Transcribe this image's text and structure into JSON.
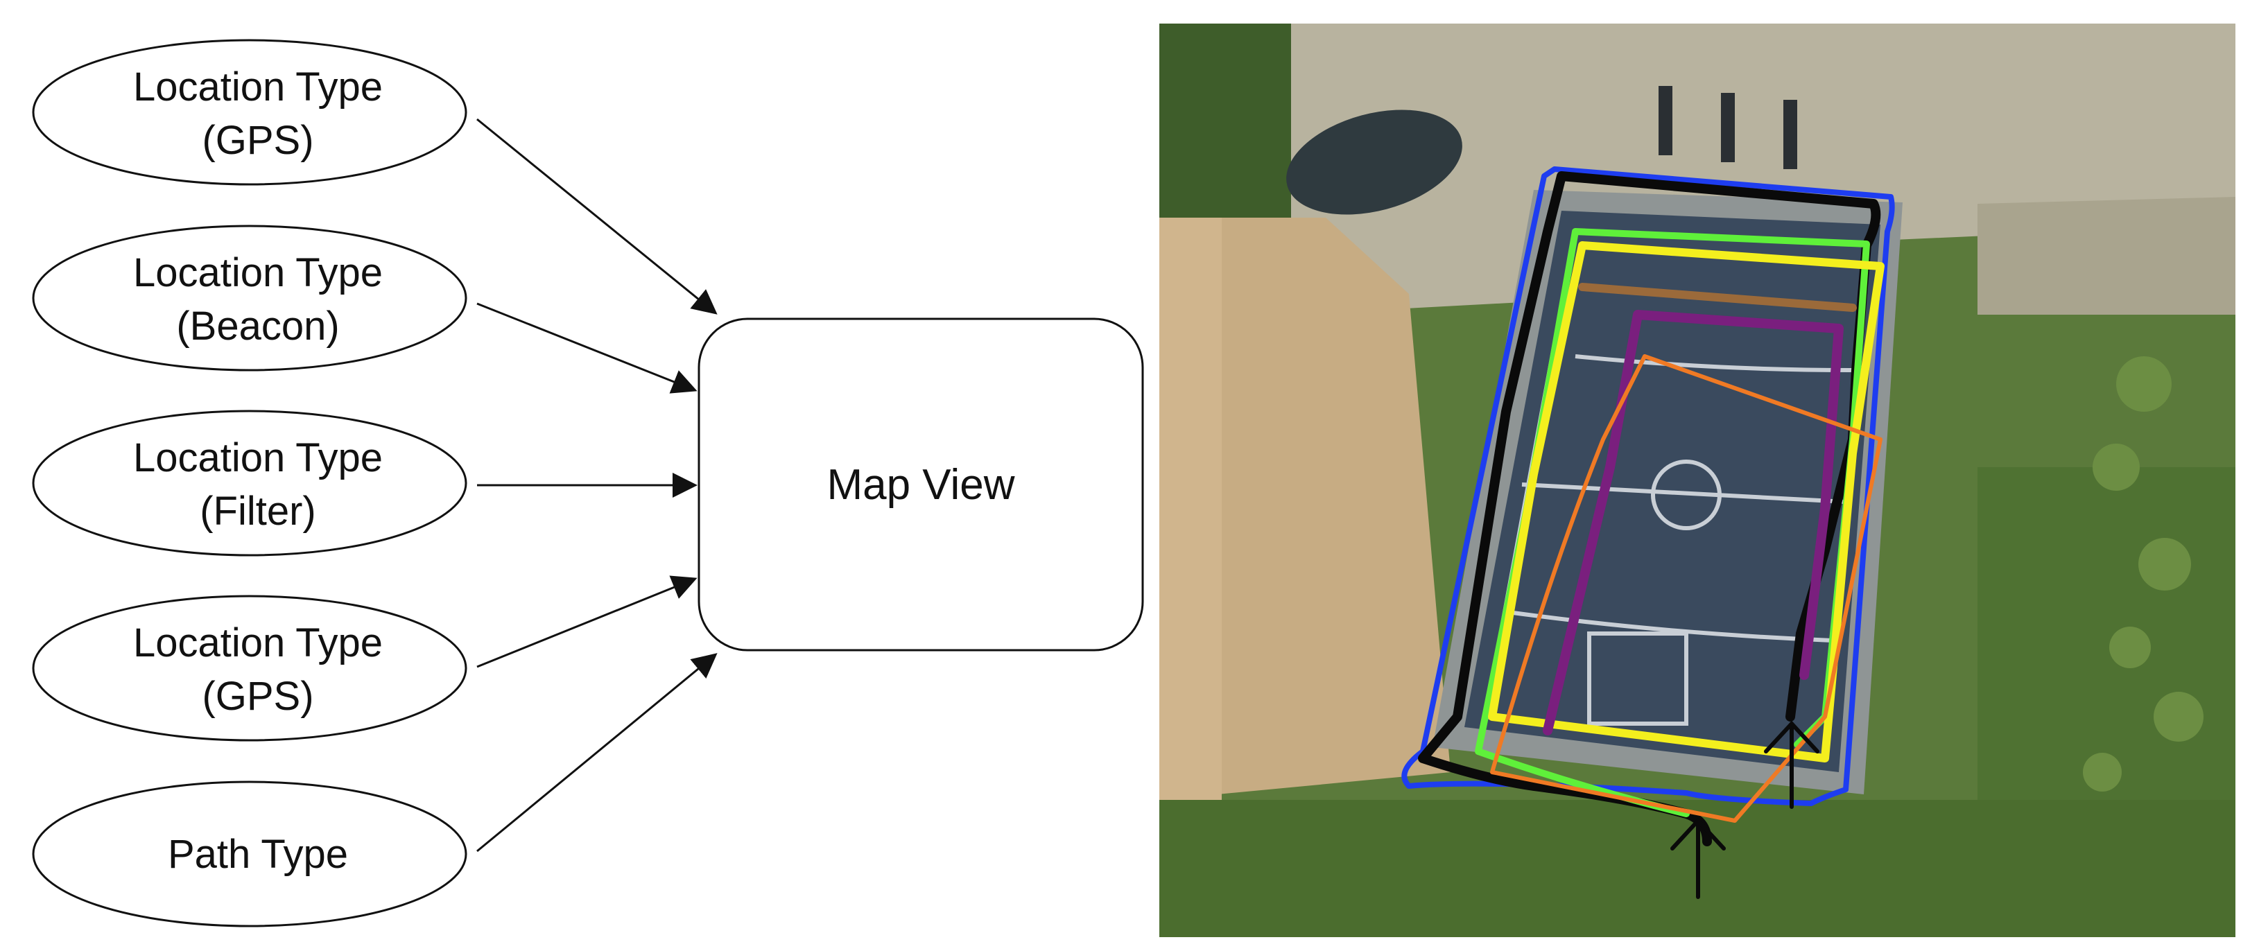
{
  "inputs": [
    {
      "line1": "Location Type",
      "line2": "(GPS)"
    },
    {
      "line1": "Location Type",
      "line2": "(Beacon)"
    },
    {
      "line1": "Location Type",
      "line2": "(Filter)"
    },
    {
      "line1": "Location Type",
      "line2": "(GPS)"
    },
    {
      "line1": "Path Type",
      "line2": ""
    }
  ],
  "target": {
    "label": "Map View"
  },
  "map": {
    "description_icon": "aerial-basketball-court-photo",
    "track_colors": {
      "blue": "#1e3df0",
      "black": "#0a0a0a",
      "green": "#5ff03a",
      "yellow": "#f4ef1e",
      "brown": "#9b6a3a",
      "purple": "#7a1f7e",
      "orange": "#f07a24"
    }
  }
}
